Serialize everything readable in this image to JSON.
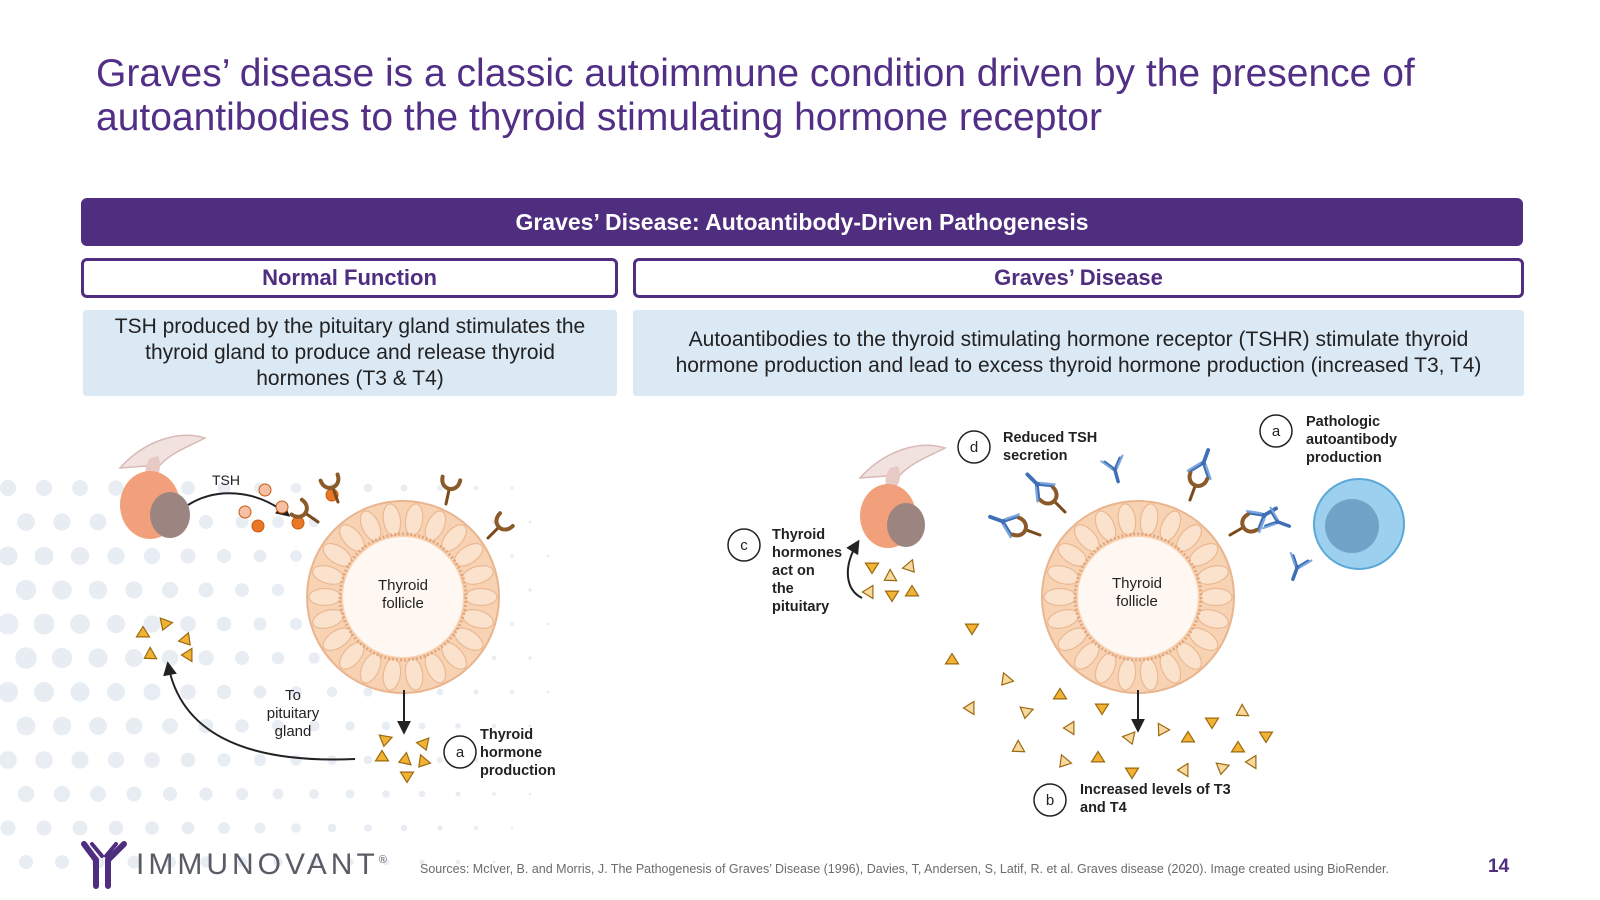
{
  "slide": {
    "title": "Graves’ disease is a classic autoimmune condition driven by the presence of autoantibodies to the thyroid stimulating hormone receptor",
    "banner": "Graves’ Disease: Autoantibody-Driven Pathogenesis",
    "page_number": "14",
    "sources": "Sources: McIver, B. and Morris, J. The Pathogenesis of Graves’ Disease (1996), Davies, T, Andersen, S, Latif, R. et al. Graves disease (2020). Image created using BioRender."
  },
  "normal": {
    "header": "Normal Function",
    "description": "TSH produced by the pituitary gland stimulates the thyroid gland to produce and release thyroid hormones (T3 & T4)",
    "labels": {
      "tsh": "TSH",
      "follicle_line1": "Thyroid",
      "follicle_line2": "follicle",
      "to_pit_1": "To",
      "to_pit_2": "pituitary",
      "to_pit_3": "gland",
      "marker_a": "a",
      "hp_1": "Thyroid",
      "hp_2": "hormone",
      "hp_3": "production"
    }
  },
  "graves": {
    "header": "Graves’ Disease",
    "description": "Autoantibodies to the thyroid stimulating hormone receptor (TSHR) stimulate thyroid hormone production and lead to excess thyroid hormone production (increased T3, T4)",
    "labels": {
      "marker_d": "d",
      "d_1": "Reduced TSH",
      "d_2": "secretion",
      "marker_a": "a",
      "a_1": "Pathologic",
      "a_2": "autoantibody",
      "a_3": "production",
      "marker_c": "c",
      "c_1": "Thyroid",
      "c_2": "hormones",
      "c_3": "act on",
      "c_4": "the",
      "c_5": "pituitary",
      "follicle_line1": "Thyroid",
      "follicle_line2": "follicle",
      "marker_b": "b",
      "b_1": "Increased levels of T3",
      "b_2": "and T4"
    }
  },
  "logo": {
    "text": "IMMUNOVANT",
    "mark": "®"
  },
  "colors": {
    "purple": "#4f2d7f",
    "title_purple": "#512f86",
    "panel_blue": "#dbe9f5",
    "antibody_blue": "#3f6fb6",
    "hormone_gold": "#f2b233",
    "tsh_orange": "#e87826",
    "follicle_peach": "#f7d3b4"
  }
}
